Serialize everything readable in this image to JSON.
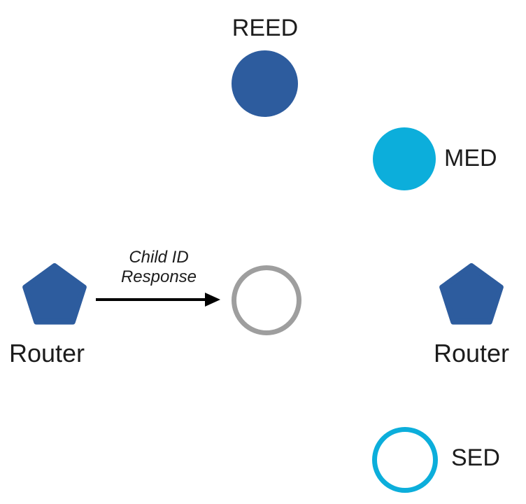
{
  "diagram": {
    "nodes": {
      "reed": {
        "label": "REED"
      },
      "med": {
        "label": "MED"
      },
      "router_left": {
        "label": "Router"
      },
      "router_right": {
        "label": "Router"
      },
      "sed": {
        "label": "SED"
      }
    },
    "arrow": {
      "label_line1": "Child ID",
      "label_line2": "Response"
    },
    "colors": {
      "router_blue": "#2D5C9E",
      "device_cyan": "#0CAEDB",
      "pending_gray": "#9E9E9E",
      "text": "#1C1C1C",
      "arrow_black": "#000000"
    }
  }
}
